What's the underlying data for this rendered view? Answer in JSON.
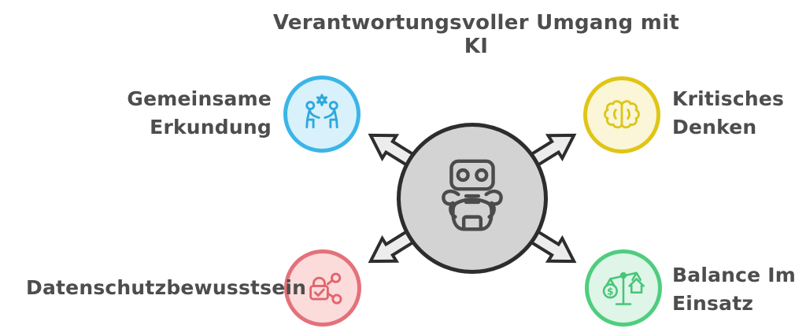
{
  "title": "Verantwortungsvoller Umgang mit KI",
  "center": {
    "icon": "robot-icon",
    "fill": "#d3d3d3",
    "border": "#2d2d2d"
  },
  "arrows": {
    "directions": [
      "top-left",
      "top-right",
      "bottom-left",
      "bottom-right"
    ],
    "fill": "#ececec",
    "outline": "#2d2d2d"
  },
  "nodes": [
    {
      "id": "gemeinsame-erkundung",
      "label": "Gemeinsame Erkundung",
      "icon": "people-collaboration-icon",
      "accent": "#3ab5e8",
      "fill": "#d8f1fb",
      "position": "top-left"
    },
    {
      "id": "kritisches-denken",
      "label": "Kritisches Denken",
      "icon": "brain-icon",
      "accent": "#e0c516",
      "fill": "#faf6d7",
      "position": "top-right"
    },
    {
      "id": "datenschutzbewusstsein",
      "label": "Datenschutzbewusstsein",
      "icon": "lock-share-icon",
      "accent": "#e4717a",
      "fill": "#fcdbdb",
      "position": "bottom-left"
    },
    {
      "id": "balance-im-einsatz",
      "label": "Balance Im Einsatz",
      "icon": "balance-scale-icon",
      "accent": "#4fcd7f",
      "fill": "#def5e7",
      "position": "bottom-right"
    }
  ],
  "colors": {
    "text": "#4d4d4d",
    "background": "#ffffff",
    "robot_stroke": "#4b4b4b"
  }
}
